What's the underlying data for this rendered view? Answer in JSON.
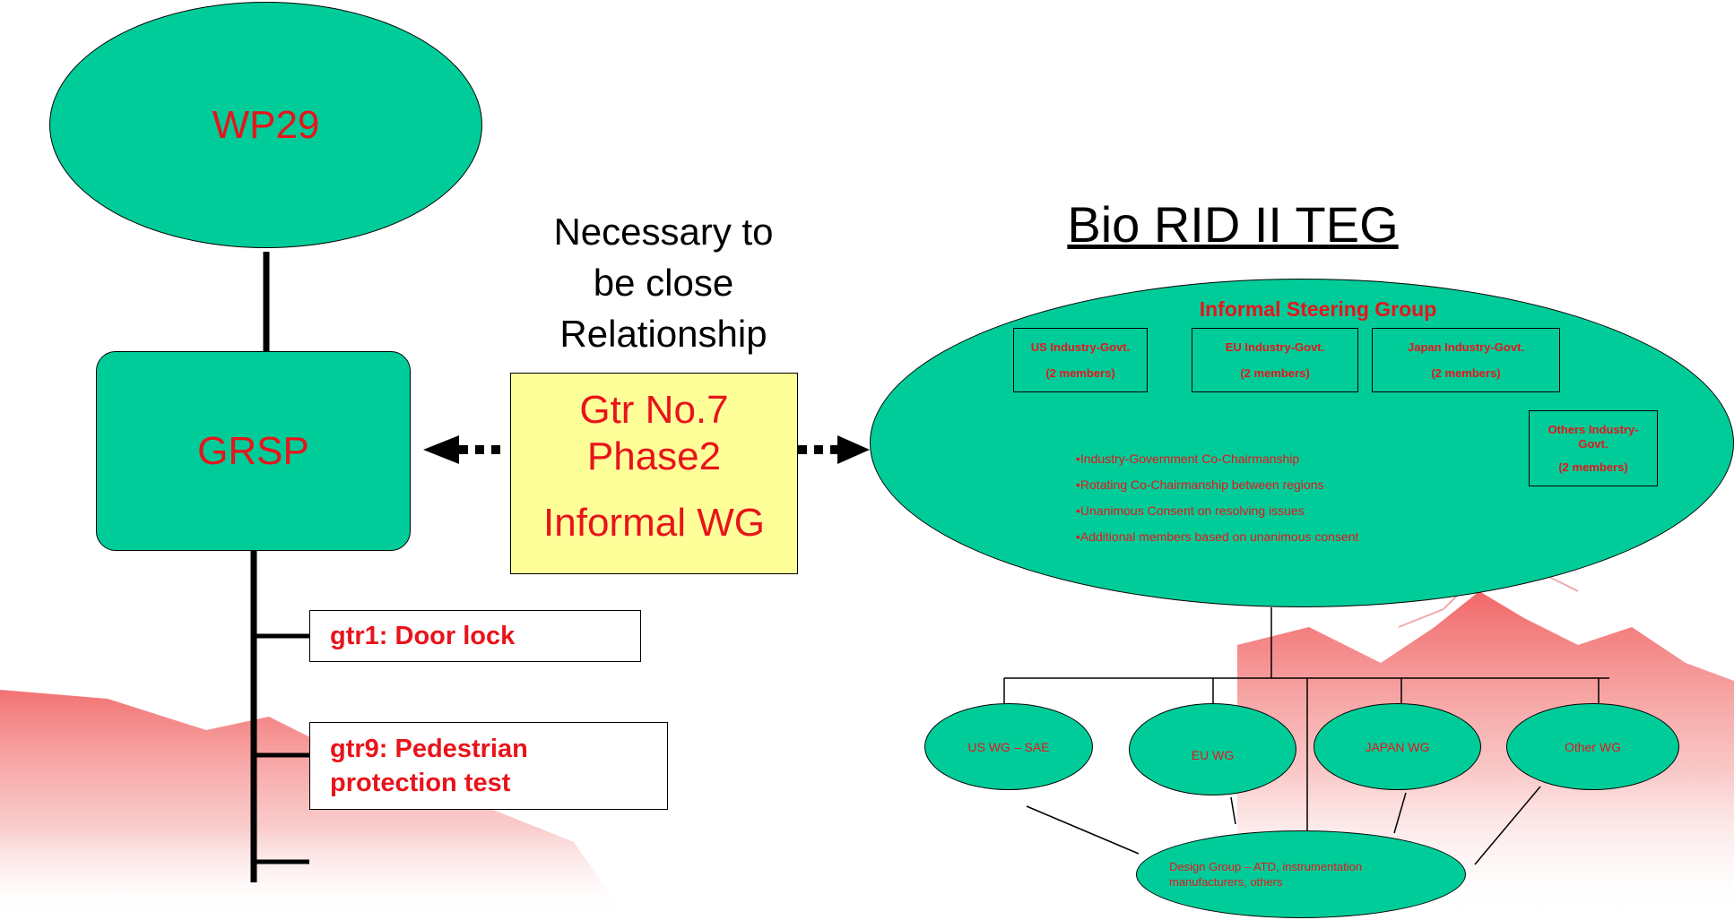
{
  "wp29": {
    "label": "WP29"
  },
  "grsp": {
    "label": "GRSP"
  },
  "gtr_list": [
    {
      "label": "gtr1: Door lock"
    },
    {
      "label": "gtr9: Pedestrian protection test"
    }
  ],
  "note": {
    "lines": [
      "Necessary to",
      "be close",
      "Relationship"
    ]
  },
  "center_box": {
    "line1": "Gtr No.7",
    "line2": "Phase2",
    "line3": "Informal WG"
  },
  "teg": {
    "title": "Bio RID II TEG",
    "steering_title": "Informal Steering Group",
    "members": [
      {
        "name": "US Industry-Govt.",
        "count": "(2 members)"
      },
      {
        "name": "EU Industry-Govt.",
        "count": "(2 members)"
      },
      {
        "name": "Japan Industry-Govt.",
        "count": "(2 members)"
      },
      {
        "name": "Others Industry-Govt.",
        "count": "(2 members)"
      }
    ],
    "bullets": [
      "•Industry-Government Co-Chairmanship",
      "•Rotating Co-Chairmanship between regions",
      "•Unanimous Consent on resolving issues",
      "•Additional members based on unanimous consent"
    ],
    "working_groups": [
      {
        "label": "US WG – SAE"
      },
      {
        "label": "EU WG"
      },
      {
        "label": "JAPAN WG"
      },
      {
        "label": "Other WG"
      }
    ],
    "design_group": "Design Group – ATD, instrumentation manufacturers, others"
  },
  "colors": {
    "node_fill": "#00cc99",
    "text_red": "#e8141b",
    "center_box_fill": "#ffff99",
    "background_mountain": "#f26b6b"
  }
}
